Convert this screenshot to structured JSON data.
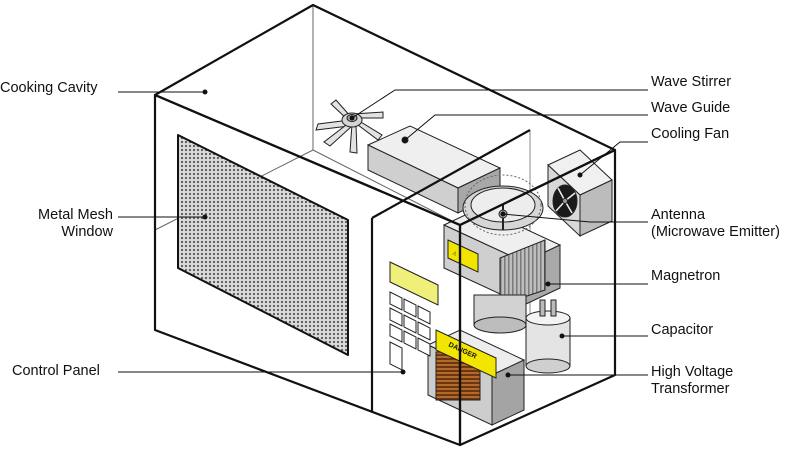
{
  "labels": {
    "cooking_cavity": "Cooking Cavity",
    "metal_mesh_window": [
      "Metal Mesh",
      "Window"
    ],
    "control_panel": "Control Panel",
    "wave_stirrer": "Wave Stirrer",
    "wave_guide": "Wave Guide",
    "cooling_fan": "Cooling Fan",
    "antenna": [
      "Antenna",
      "(Microwave Emitter)"
    ],
    "magnetron": "Magnetron",
    "capacitor": "Capacitor",
    "high_voltage_transformer": [
      "High Voltage",
      "Transformer"
    ]
  },
  "component_markings": {
    "transformer_warning": "DANGER",
    "magnetron_warning": "WARNING"
  },
  "colors": {
    "outline": "#111111",
    "metal_light": "#e6e6e6",
    "metal_mid": "#c9c9c9",
    "metal_dark": "#8c8c8c",
    "warning_yellow": "#f2e600",
    "display_yellow": "#eef07a",
    "copper": "#8a4a18",
    "mesh": "#6b6b6b"
  }
}
